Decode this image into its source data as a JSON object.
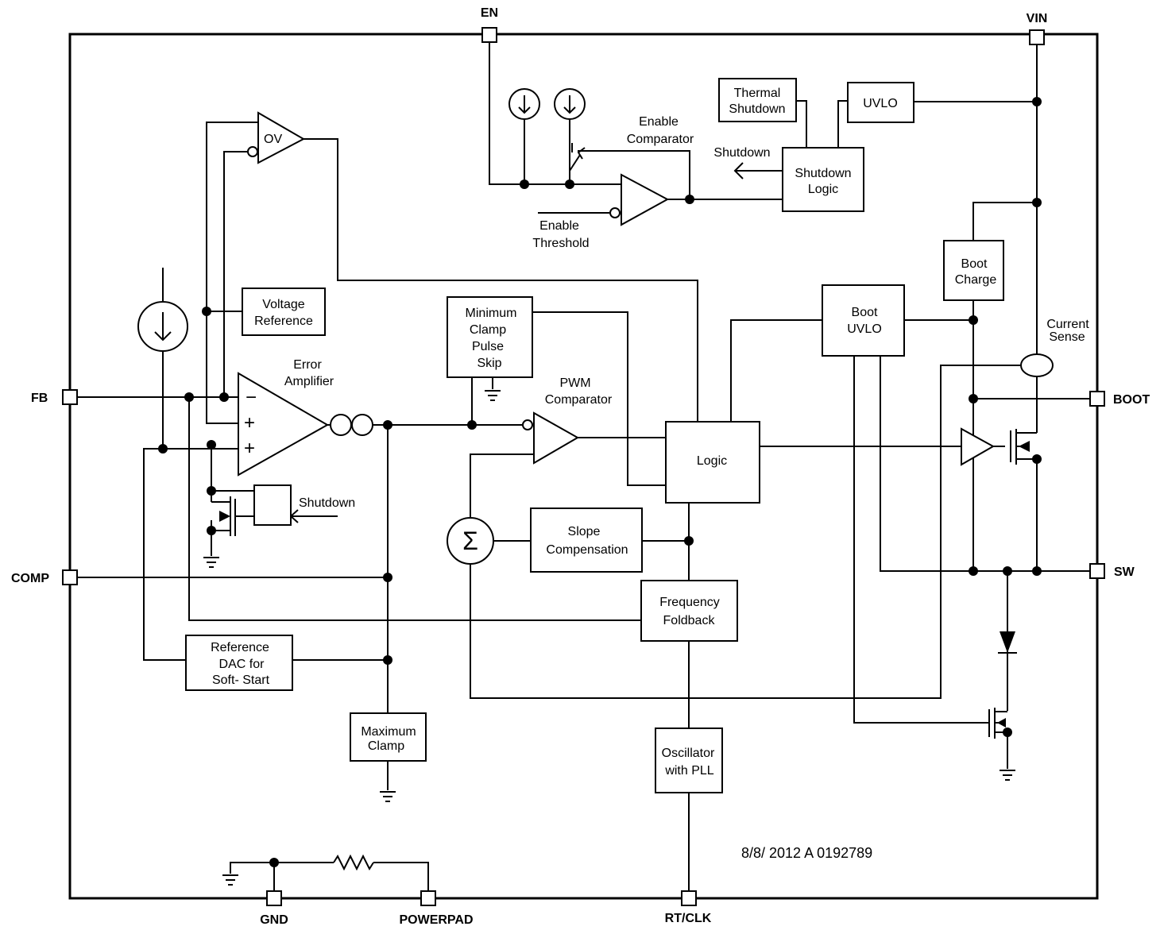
{
  "pins": {
    "en": "EN",
    "vin": "VIN",
    "fb": "FB",
    "comp": "COMP",
    "boot": "BOOT",
    "sw": "SW",
    "gnd": "GND",
    "powerpad": "POWERPAD",
    "rtclk": "RT/CLK"
  },
  "blocks": {
    "thermal_shutdown": [
      "Thermal",
      "Shutdown"
    ],
    "uvlo": "UVLO",
    "shutdown_logic": [
      "Shutdown",
      "Logic"
    ],
    "voltage_reference": [
      "Voltage",
      "Reference"
    ],
    "min_clamp": [
      "Minimum",
      "Clamp",
      "Pulse",
      "Skip"
    ],
    "boot_uvlo": [
      "Boot",
      "UVLO"
    ],
    "boot_charge": [
      "Boot",
      "Charge"
    ],
    "logic": "Logic",
    "slope_comp": [
      "Slope",
      "Compensation"
    ],
    "freq_foldback": [
      "Frequency",
      "Foldback"
    ],
    "ref_dac": [
      "Reference",
      "DAC for",
      "Soft- Start"
    ],
    "max_clamp": [
      "Maximum",
      "Clamp"
    ],
    "oscillator": [
      "Oscillator",
      "with PLL"
    ]
  },
  "labels": {
    "ov": "OV",
    "enable_comparator": [
      "Enable",
      "Comparator"
    ],
    "shutdown_out": "Shutdown",
    "enable_threshold": [
      "Enable",
      "Threshold"
    ],
    "error_amp": [
      "Error",
      "Amplifier"
    ],
    "pwm_comp": [
      "PWM",
      "Comparator"
    ],
    "current_sense": [
      "Current",
      "Sense"
    ],
    "shutdown_in": "Shutdown",
    "sigma": "Σ",
    "minus": "−",
    "plus1": "+",
    "plus2": "+",
    "footer": "8/8/  2012 A  0192789"
  }
}
